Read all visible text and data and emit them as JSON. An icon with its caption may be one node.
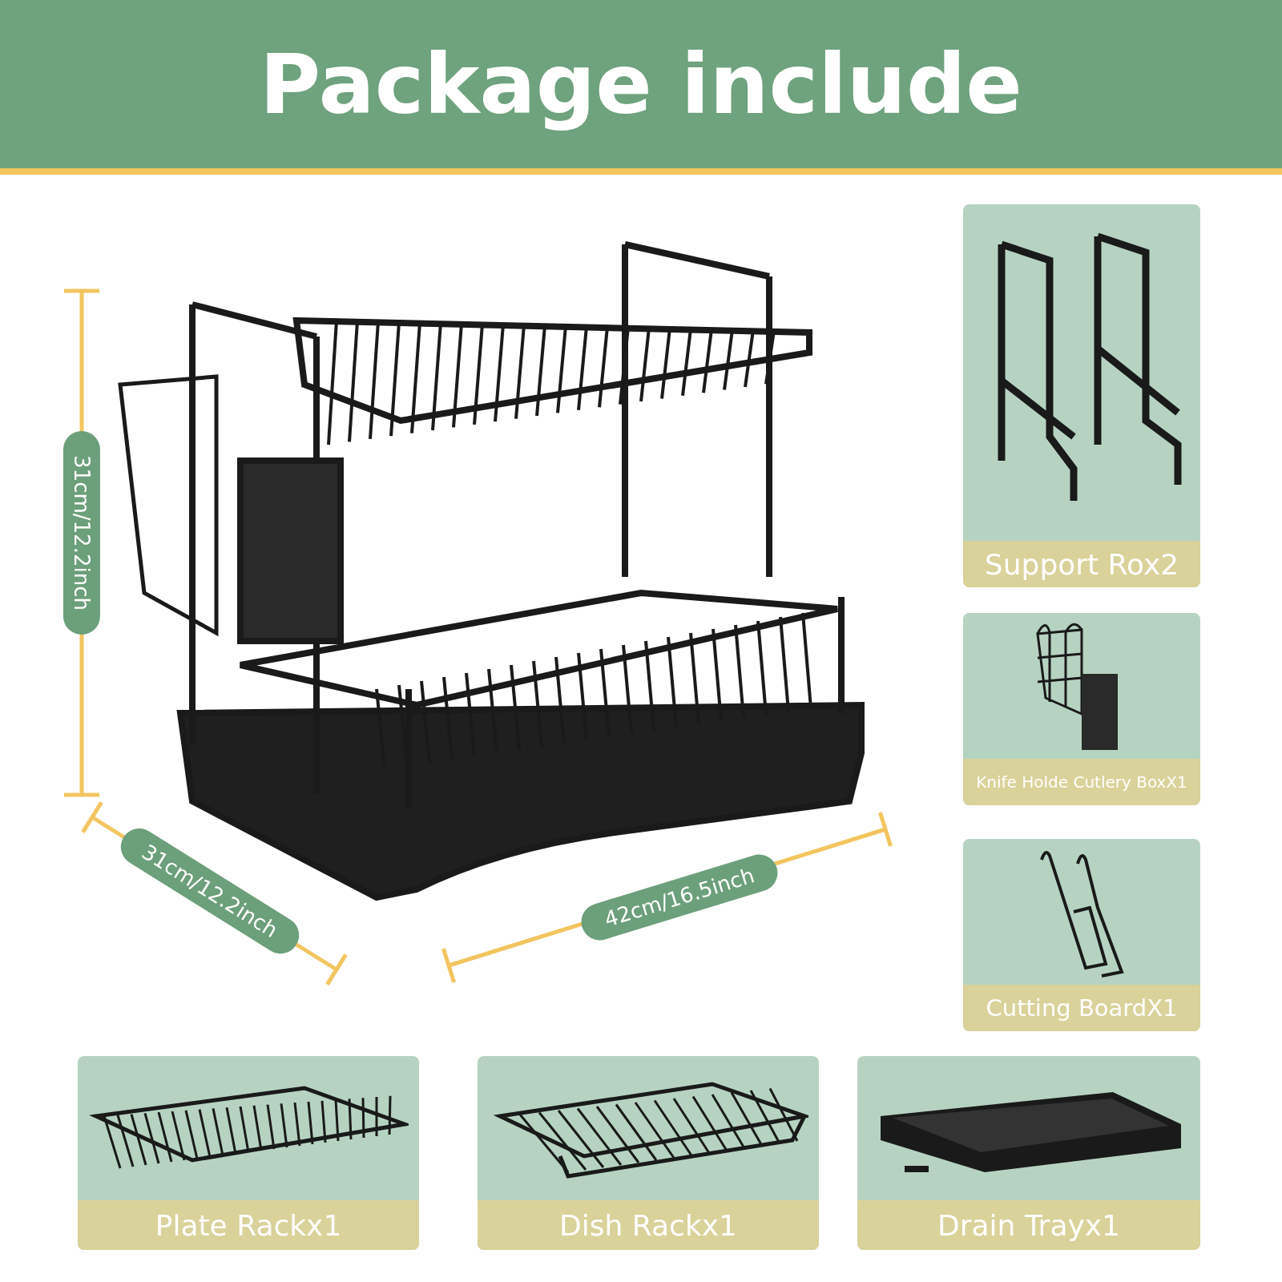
{
  "diagram": {
    "title": "Package include",
    "nodes": [
      {
        "text": [
          "Support Rox2"
        ]
      },
      {
        "text": [
          "Knife Holde Cutlery BoxX1"
        ]
      },
      {
        "text": [
          "Cutting BoardX1"
        ]
      },
      {
        "text": [
          "Plate Rackx1"
        ]
      },
      {
        "text": [
          "Dish Rackx1"
        ]
      },
      {
        "text": [
          "Drain Trayx1"
        ]
      }
    ],
    "labels": [
      "31cm/12.2inch",
      "31cm/12.2inch",
      "42cm/16.5inch"
    ]
  }
}
